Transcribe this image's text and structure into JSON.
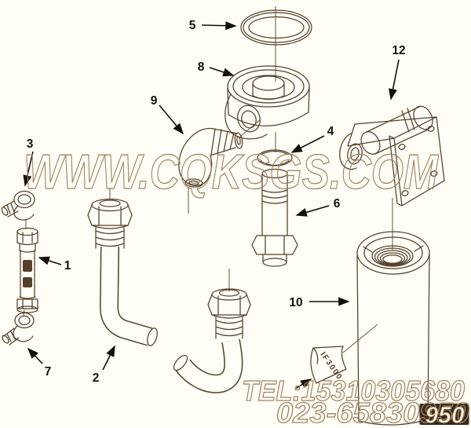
{
  "diagram": {
    "watermark_center": "WWW.CQKSGS.COM",
    "watermark_tel": "TEL:15310305680",
    "watermark_phone": "023-65830950",
    "page_number": "950",
    "tag_label": "IF3000",
    "callouts": [
      {
        "label": "1"
      },
      {
        "label": "2"
      },
      {
        "label": "3"
      },
      {
        "label": "4"
      },
      {
        "label": "5"
      },
      {
        "label": "6"
      },
      {
        "label": "7"
      },
      {
        "label": "8"
      },
      {
        "label": "9"
      },
      {
        "label": "10"
      },
      {
        "label": "12"
      }
    ],
    "colors": {
      "background": "#fffdf6",
      "line_art": "#54402b",
      "watermark": "#a08663",
      "callout_text": "#151008",
      "badge_background": "#39291a",
      "badge_text": "#f8efdc"
    }
  }
}
